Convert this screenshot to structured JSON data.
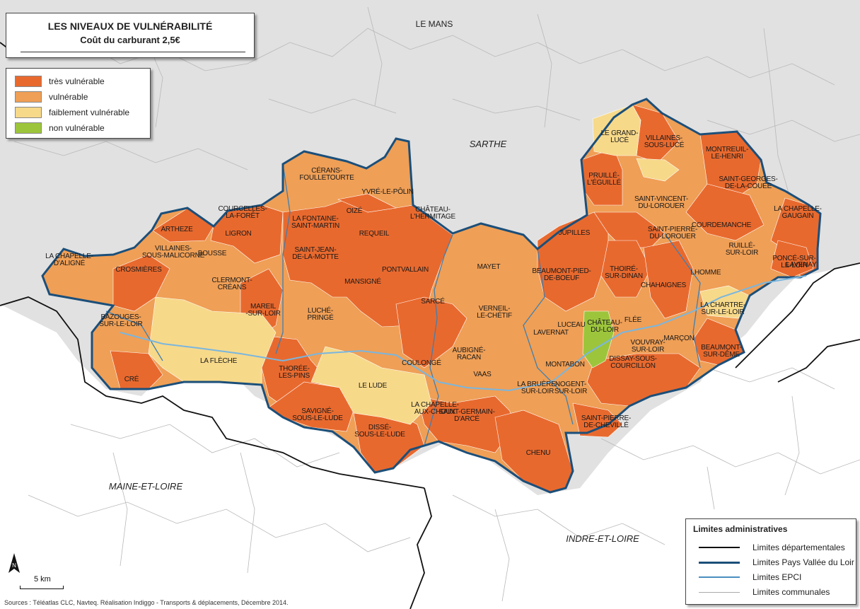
{
  "title": "LES NIVEAUX DE VULNÉRABILITÉ",
  "subtitle": "Coût du carburant 2,5€",
  "legend": {
    "items": [
      {
        "label": "très vulnérable",
        "color": "#e8692e"
      },
      {
        "label": "vulnérable",
        "color": "#ef9f56"
      },
      {
        "label": "faiblement vulnérable",
        "color": "#f7d98a"
      },
      {
        "label": "non vulnérable",
        "color": "#9dc53c"
      }
    ]
  },
  "admin_limits": {
    "title": "Limites administratives",
    "items": [
      {
        "label": "Limites départementales",
        "color": "#111111"
      },
      {
        "label": "Limites Pays Vallée du Loir",
        "color": "#1b4f7a"
      },
      {
        "label": "Limites EPCI",
        "color": "#4a8fc0"
      },
      {
        "label": "Limites communales",
        "color": "#aaaaaa"
      }
    ]
  },
  "places": {
    "departements": [
      "SARTHE",
      "MAINE-ET-LOIRE",
      "INDRE-ET-LOIRE"
    ],
    "city": "LE MANS"
  },
  "communes": [
    {
      "lines": [
        "CÉRANS-",
        "FOULLETOURTE"
      ],
      "level": "vulnérable"
    },
    {
      "lines": [
        "YVRÉ-LE-PÔLIN"
      ],
      "level": "vulnérable"
    },
    {
      "lines": [
        "ARTHEZE"
      ],
      "level": "très vulnérable"
    },
    {
      "lines": [
        "COURCELLES-",
        "LA-FORÊT"
      ],
      "level": "très vulnérable"
    },
    {
      "lines": [
        "LA FONTAINE-",
        "SAINT-MARTIN"
      ],
      "level": "très vulnérable"
    },
    {
      "lines": [
        "OIZÉ"
      ],
      "level": "très vulnérable"
    },
    {
      "lines": [
        "CHÂTEAU-",
        "L'HERMITAGE"
      ],
      "level": "très vulnérable"
    },
    {
      "lines": [
        "REQUEIL"
      ],
      "level": "très vulnérable"
    },
    {
      "lines": [
        "LIGRON"
      ],
      "level": "très vulnérable"
    },
    {
      "lines": [
        "VILLAINES-",
        "SOUS-MALICORNE"
      ],
      "level": "vulnérable"
    },
    {
      "lines": [
        "BOUSSE"
      ],
      "level": "vulnérable"
    },
    {
      "lines": [
        "SAINT-JEAN-",
        "DE-LA-MOTTE"
      ],
      "level": "très vulnérable"
    },
    {
      "lines": [
        "LA CHAPELLE-",
        "D'ALIGNÉ"
      ],
      "level": "vulnérable"
    },
    {
      "lines": [
        "CROSMIÈRES"
      ],
      "level": "très vulnérable"
    },
    {
      "lines": [
        "CLERMONT-",
        "CRÉANS"
      ],
      "level": "vulnérable"
    },
    {
      "lines": [
        "MANSIGNÉ"
      ],
      "level": "très vulnérable"
    },
    {
      "lines": [
        "PONTVALLAIN"
      ],
      "level": "très vulnérable"
    },
    {
      "lines": [
        "MAYET"
      ],
      "level": "vulnérable"
    },
    {
      "lines": [
        "MAREIL",
        "-SUR-LOIR"
      ],
      "level": "très vulnérable"
    },
    {
      "lines": [
        "LUCHÉ-",
        "PRINGÉ"
      ],
      "level": "vulnérable"
    },
    {
      "lines": [
        "SARCÉ"
      ],
      "level": "très vulnérable"
    },
    {
      "lines": [
        "VERNEIL-",
        "LE-CHÉTIF"
      ],
      "level": "vulnérable"
    },
    {
      "lines": [
        "BAZOUGES-",
        "SUR-LE-LOIR"
      ],
      "level": "vulnérable"
    },
    {
      "lines": [
        "LA FLÈCHE"
      ],
      "level": "faiblement vulnérable"
    },
    {
      "lines": [
        "COULONGÉ"
      ],
      "level": "très vulnérable"
    },
    {
      "lines": [
        "AUBIGNÉ-",
        "RACAN"
      ],
      "level": "vulnérable"
    },
    {
      "lines": [
        "CRÉ"
      ],
      "level": "très vulnérable"
    },
    {
      "lines": [
        "THORÉE-",
        "LES-PINS"
      ],
      "level": "très vulnérable"
    },
    {
      "lines": [
        "LE LUDE"
      ],
      "level": "faiblement vulnérable"
    },
    {
      "lines": [
        "VAAS"
      ],
      "level": "vulnérable"
    },
    {
      "lines": [
        "LAVERNAT"
      ],
      "level": "vulnérable"
    },
    {
      "lines": [
        "SAVIGNÉ-",
        "SOUS-LE-LUDE"
      ],
      "level": "très vulnérable"
    },
    {
      "lines": [
        "LA CHAPELLE-",
        "AUX-CHOUX"
      ],
      "level": "très vulnérable"
    },
    {
      "lines": [
        "SAINT-GERMAIN-",
        "D'ARCÉ"
      ],
      "level": "très vulnérable"
    },
    {
      "lines": [
        "LA BRUÈRE-",
        "SUR-LOIR"
      ],
      "level": "vulnérable"
    },
    {
      "lines": [
        "DISSÉ-",
        "SOUS-LE-LUDE"
      ],
      "level": "très vulnérable"
    },
    {
      "lines": [
        "CHENU"
      ],
      "level": "très vulnérable"
    },
    {
      "lines": [
        "LE GRAND-",
        "LUCÉ"
      ],
      "level": "faiblement vulnérable"
    },
    {
      "lines": [
        "VILLAINES-",
        "SOUS-LUCÉ"
      ],
      "level": "très vulnérable"
    },
    {
      "lines": [
        "MONTREUIL-",
        "LE-HENRI"
      ],
      "level": "très vulnérable"
    },
    {
      "lines": [
        "PRUILLÉ-",
        "L'ÉGUILLÉ"
      ],
      "level": "très vulnérable"
    },
    {
      "lines": [
        "SAINT-GEORGES-",
        "DE-LA-COUÉE"
      ],
      "level": "très vulnérable"
    },
    {
      "lines": [
        "SAINT-VINCENT-",
        "DU-LOROUER"
      ],
      "level": "vulnérable"
    },
    {
      "lines": [
        "COURDEMANCHE"
      ],
      "level": "très vulnérable"
    },
    {
      "lines": [
        "LA CHAPELLE-",
        "GAUGAIN"
      ],
      "level": "très vulnérable"
    },
    {
      "lines": [
        "JUPILLES"
      ],
      "level": "très vulnérable"
    },
    {
      "lines": [
        "SAINT-PIERRE-",
        "DU-LOROUER"
      ],
      "level": "très vulnérable"
    },
    {
      "lines": [
        "RUILLÉ-",
        "SUR-LOIR"
      ],
      "level": "vulnérable"
    },
    {
      "lines": [
        "LAVENAY"
      ],
      "level": "très vulnérable"
    },
    {
      "lines": [
        "THOIRÉ-",
        "SUR-DINAN"
      ],
      "level": "très vulnérable"
    },
    {
      "lines": [
        "LHOMME"
      ],
      "level": "vulnérable"
    },
    {
      "lines": [
        "PONCÉ-SUR-",
        "LE-LOIR"
      ],
      "level": "très vulnérable"
    },
    {
      "lines": [
        "BEAUMONT-PIED-",
        "DE-BOEUF"
      ],
      "level": "très vulnérable"
    },
    {
      "lines": [
        "CHAHAIGNES"
      ],
      "level": "très vulnérable"
    },
    {
      "lines": [
        "FLÉE"
      ],
      "level": "vulnérable"
    },
    {
      "lines": [
        "LA CHARTRE-",
        "SUR-LE-LOIR"
      ],
      "level": "faiblement vulnérable"
    },
    {
      "lines": [
        "LUCEAU"
      ],
      "level": "vulnérable"
    },
    {
      "lines": [
        "CHÂTEAU-",
        "DU-LOIR"
      ],
      "level": "non vulnérable"
    },
    {
      "lines": [
        "MARÇON"
      ],
      "level": "vulnérable"
    },
    {
      "lines": [
        "VOUVRAY-",
        "SUR-LOIR"
      ],
      "level": "vulnérable"
    },
    {
      "lines": [
        "MONTABON"
      ],
      "level": "vulnérable"
    },
    {
      "lines": [
        "BEAUMONT-",
        "SUR-DÊME"
      ],
      "level": "très vulnérable"
    },
    {
      "lines": [
        "DISSAY-SOUS-",
        "COURCILLON"
      ],
      "level": "très vulnérable"
    },
    {
      "lines": [
        "NOGENT-",
        "SUR-LOIR"
      ],
      "level": "vulnérable"
    },
    {
      "lines": [
        "SAINT-PIERRE-",
        "DE-CHEVILLÉ"
      ],
      "level": "très vulnérable"
    }
  ],
  "scale": {
    "label": "5 km",
    "north": "N"
  },
  "sources": "Sources : Téléatlas CLC, Navteq. Réalisation Indiggo - Transports & déplacements, Décembre 2014."
}
